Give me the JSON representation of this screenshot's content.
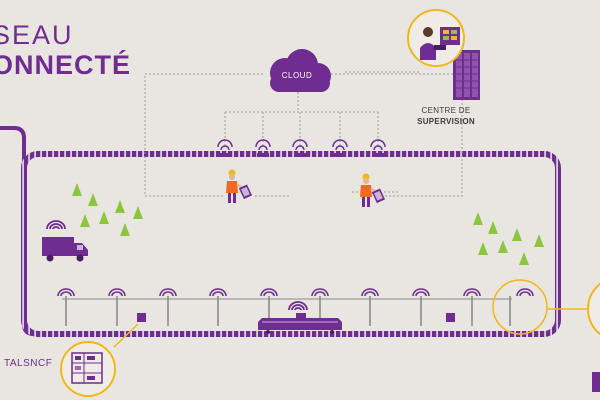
{
  "title": {
    "line1": "SEAU",
    "line2": "ONNECTÉ"
  },
  "cloud": {
    "label": "CLOUD"
  },
  "supervision": {
    "line1": "CENTRE DE",
    "line2": "SUPERVISION"
  },
  "brand": {
    "name": "TALSNCF"
  },
  "colors": {
    "purple": "#6f2c91",
    "accent": "#f2b71c",
    "vest": "#f26a21",
    "tree": "#8cc63f",
    "background": "#e9e6e1"
  },
  "icons": [
    "cloud-icon",
    "server-icon",
    "operator-icon",
    "worker-icon",
    "tablet-icon",
    "truck-icon",
    "train-icon",
    "sensor-icon",
    "tree-icon",
    "wifi-icon"
  ]
}
